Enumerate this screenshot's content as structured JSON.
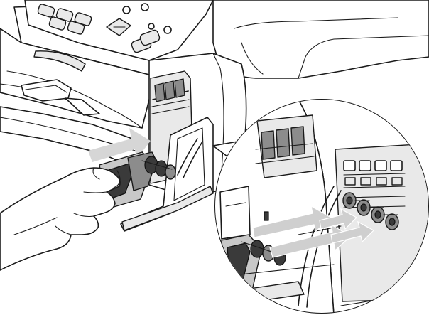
{
  "figure": {
    "palette": {
      "outline": "#1a1a1a",
      "background": "#ffffff",
      "arrow_fill": "#d6d6d6",
      "ink_cartridge_dark": "#3a3a3a",
      "ink_cartridge_mid": "#8c8c8c"
    },
    "icons": [
      "printer-body",
      "control-panel",
      "ink-cover-door",
      "ink-cartridge",
      "hand",
      "insert-arrow",
      "magnified-view-circle",
      "cartridge-slot"
    ]
  }
}
